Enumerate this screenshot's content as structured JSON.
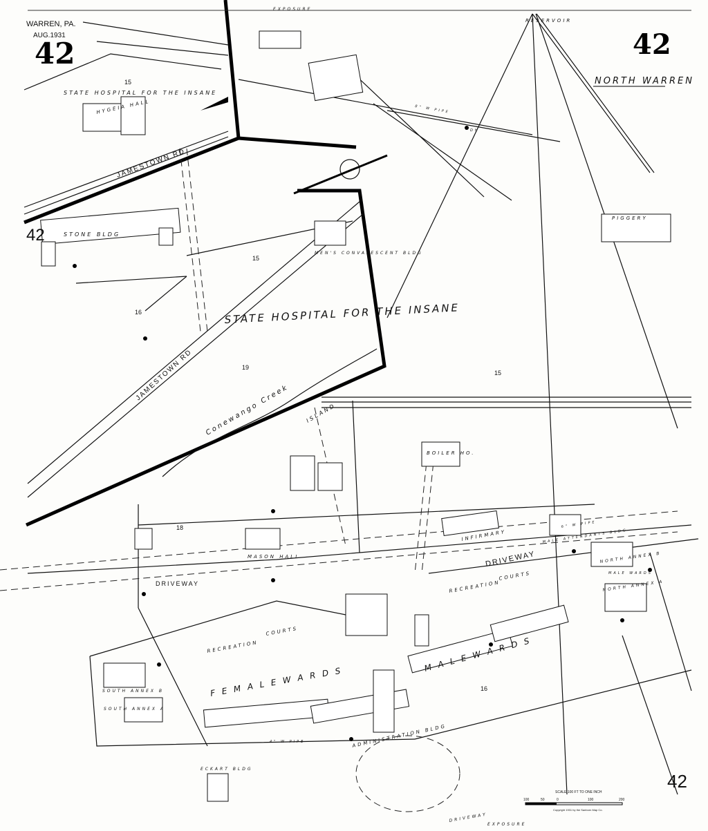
{
  "header": {
    "city": "WARREN, PA.",
    "date": "AUG.1931",
    "sheet_left": "42",
    "sheet_right": "42",
    "sheet_bottom": "42",
    "sheet_adjacent": "42",
    "area": "NORTH WARREN"
  },
  "labels": {
    "reservoir": "RESERVOIR",
    "hospital_small": "STATE HOSPITAL FOR THE INSANE",
    "hospital_big": "STATE HOSPITAL FOR THE INSANE",
    "hygeia": "HYGEIA HALL",
    "stone": "STONE BLDG",
    "jamestown_1": "JAMESTOWN RD",
    "jamestown_2": "JAMESTOWN RD",
    "mens_conv": "MEN'S CONVALESCENT BLDG",
    "creek": "Conewango Creek",
    "island": "ISLAND",
    "boiler": "BOILER HO.",
    "piggery": "PIGGERY",
    "mason": "MASON HALL",
    "driveway_1": "DRIVEWAY",
    "driveway_2": "DRIVEWAY",
    "driveway_3": "DRIVEWAY",
    "recreation_1": "RECREATION",
    "recreation_2": "RECREATION",
    "courts_1": "COURTS",
    "courts_2": "COURTS",
    "female_wards": "F E M A L E   W A R D S",
    "male_wards": "M A L E   W A R D S",
    "admin": "ADMINISTRATION BLDG",
    "infirmary": "INFIRMARY",
    "male_att": "MALE ATTENDANTS BLDG",
    "north_annex_b": "NORTH ANNEX B",
    "north_annex_a": "NORTH ANNEX A",
    "male_wards_small": "MALE WARDS",
    "south_annex_b": "SOUTH ANNEX B",
    "south_annex_a": "SOUTH ANNEX A",
    "eckart": "ECKART BLDG",
    "exposure": "EXPOSURE",
    "pipe_8": "8\" W PIPE",
    "pipe_6": "6\" W PIPE",
    "pipe_4": "4\" W PIPE",
    "dh": "DH"
  },
  "blocks": [
    "15",
    "16",
    "15",
    "19",
    "18",
    "15",
    "16"
  ],
  "scale": {
    "title": "SCALE 100 FT TO ONE INCH",
    "ticks": [
      "100",
      "50",
      "0",
      "100",
      "200"
    ],
    "copyright": "Copyright 1931 by the Sanborn Map Co."
  }
}
